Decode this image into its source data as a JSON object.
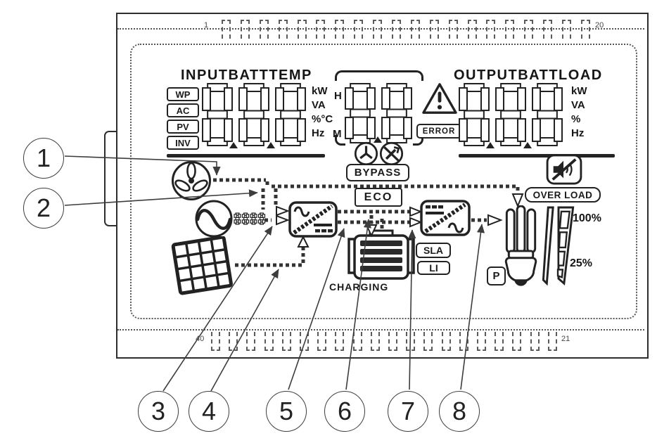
{
  "colors": {
    "line": "#222222",
    "background": "#ffffff",
    "leader": "#3d3d3d"
  },
  "connector": {
    "top": {
      "first_pin_label": "1",
      "last_pin_label": "20",
      "pin_count": 20
    },
    "bottom": {
      "first_pin_label": "40",
      "last_pin_label": "21",
      "pin_count": 20
    }
  },
  "lcd": {
    "input_section": {
      "title": "INPUTBATTTEMP",
      "source_flags": [
        "WP",
        "AC",
        "PV",
        "INV"
      ],
      "digits": "888",
      "units": [
        "kW",
        "VA",
        "%°C",
        "Hz"
      ]
    },
    "center_section": {
      "digits": "88",
      "hour_flag": "H",
      "minute_flag": "M",
      "error_flag": "ERROR",
      "bypass_flag": "BYPASS",
      "eco_flag": "ECO",
      "ac_input_digits": "8888"
    },
    "output_section": {
      "title": "OUTPUTBATTLOAD",
      "digits": "888",
      "units": [
        "kW",
        "VA",
        "%",
        "Hz"
      ]
    },
    "battery": {
      "charging_label": "CHARGING",
      "chemistry_flags": [
        "SLA",
        "LI"
      ]
    },
    "load": {
      "overload_flag": "OVER LOAD",
      "p_flag": "P",
      "level_top": "100%",
      "level_bottom": "25%"
    }
  },
  "callouts": [
    "1",
    "2",
    "3",
    "4",
    "5",
    "6",
    "7",
    "8"
  ],
  "icons": {
    "wind": "wind-turbine-icon",
    "ac": "ac-sine-icon",
    "solar": "solar-panel-icon",
    "rectifier": "ac-dc-converter-icon",
    "inverter": "dc-ac-inverter-icon",
    "battery": "battery-icon",
    "clock": "clock-icon",
    "service": "no-service-icon",
    "warning": "warning-triangle-icon",
    "mute": "mute-speaker-icon",
    "lamp": "lamp-load-icon",
    "gauge": "load-level-icon"
  }
}
